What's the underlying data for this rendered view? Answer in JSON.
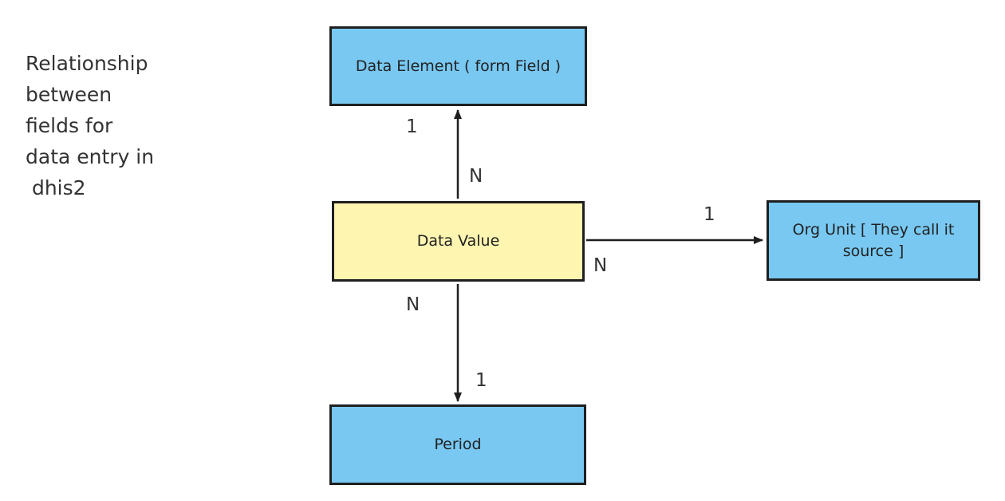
{
  "description_lines": [
    "Relationship",
    "between",
    "fields for",
    "data entry in",
    " dhis2"
  ],
  "entities": {
    "data_element": "Data Element ( form Field )",
    "data_value": "Data Value",
    "org_unit": "Org Unit [ They call it source ]",
    "period": "Period"
  },
  "relationships": {
    "data_element": {
      "near_data_element": "1",
      "near_data_value": "N"
    },
    "org_unit": {
      "near_org_unit": "1",
      "near_data_value": "N"
    },
    "period": {
      "near_data_value": "N",
      "near_period": "1"
    }
  },
  "colors": {
    "entity_fill": "#78c8f2",
    "center_fill": "#fdf5b0",
    "border": "#1f1f1f"
  }
}
